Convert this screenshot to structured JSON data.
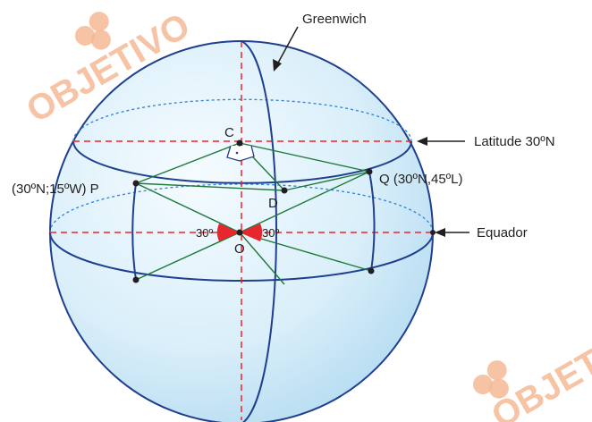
{
  "labels": {
    "greenwich": "Greenwich",
    "latitude": "Latitude 30ºN",
    "equador": "Equador",
    "point_c": "C",
    "point_d": "D",
    "point_o": "O",
    "point_p": "(30ºN;15ºW) P",
    "point_q": "Q  (30ºN,45ºL)",
    "angle_left": "30º",
    "angle_right": "30º"
  },
  "watermark": {
    "text": "OBJETIVO"
  },
  "colors": {
    "sphere_fill": "#dff1fb",
    "sphere_edge": "#8cc9ea",
    "outline": "#1f3f8f",
    "dashed_red": "#e8262d",
    "dashed_blue": "#2f7fd6",
    "green_lines": "#1d7a3a",
    "angle_fill": "#e8262d",
    "watermark": "#f5b995"
  }
}
